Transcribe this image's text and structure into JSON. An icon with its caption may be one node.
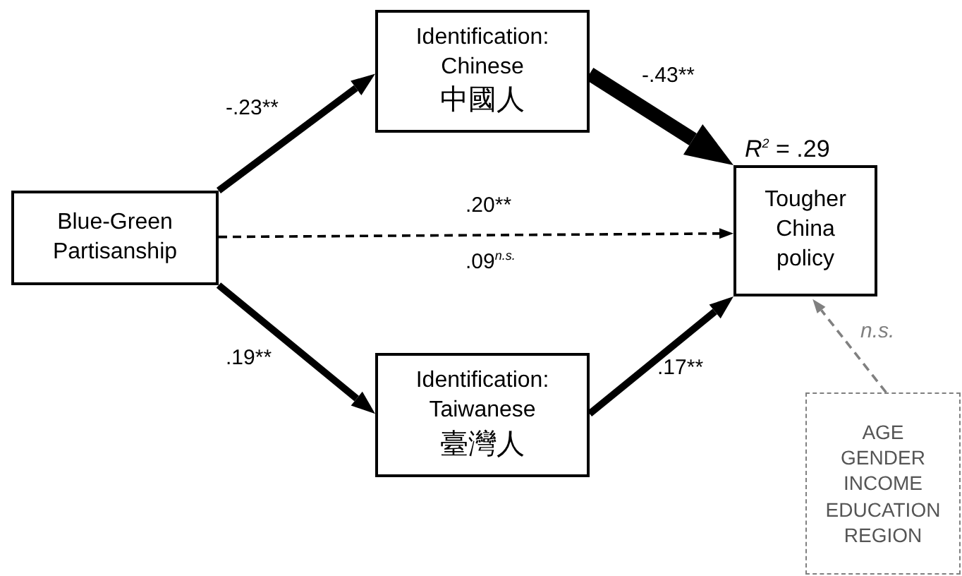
{
  "diagram": {
    "nodes": [
      {
        "text": [
          "Blue-Green Partisanship"
        ]
      },
      {
        "text": [
          "Identification: Chinese",
          "中國人"
        ]
      },
      {
        "text": [
          "Tougher China policy"
        ],
        "beside": [
          "*R*$^{2}$ = .29"
        ]
      },
      {
        "text": [
          "Identification: Taiwanese",
          "臺灣人"
        ]
      },
      {
        "text": [
          "AGE",
          "GENDER",
          "INCOME",
          "EDUCATION",
          "REGION"
        ]
      }
    ],
    "edges": [
      {
        "from": 0,
        "to": 1,
        "arrow": "to",
        "label": "-.23**"
      },
      {
        "from": 1,
        "to": 2,
        "arrow": "to",
        "label": "-.43**",
        "style": "thick"
      },
      {
        "from": 0,
        "to": 2,
        "arrow": "to",
        "label": ".20**",
        "style": "dashed"
      },
      {
        "from": 0,
        "to": 3,
        "arrow": "to",
        "label": ".19**"
      },
      {
        "from": 3,
        "to": 2,
        "arrow": "to",
        "label": ".17**"
      },
      {
        "from": 4,
        "to": 2,
        "arrow": "to",
        "label": "n.s.",
        "style": "dashed",
        "color": "#808080"
      }
    ],
    "labels": [
      ".09$^{n.s.}$"
    ]
  }
}
